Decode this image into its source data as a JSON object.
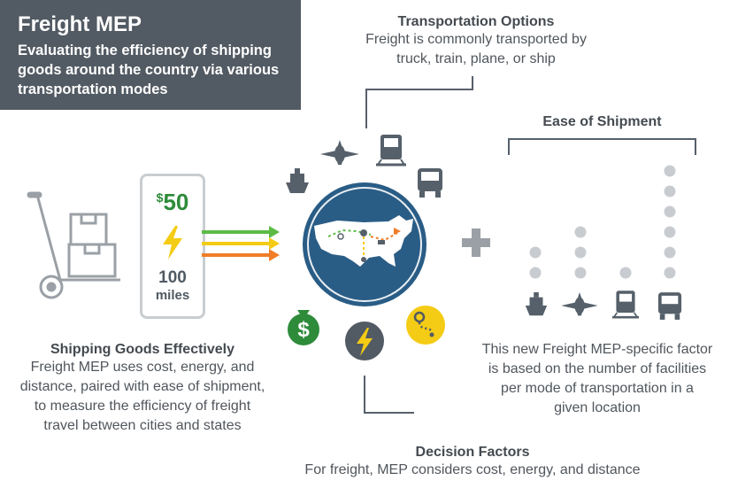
{
  "header": {
    "title": "Freight MEP",
    "subtitle": "Evaluating the efficiency of shipping goods around the country via various transportation modes"
  },
  "transport_options": {
    "heading": "Transportation Options",
    "body_line1": "Freight is commonly transported by",
    "body_line2": "truck, train, plane, or ship"
  },
  "ease": {
    "heading": "Ease of Shipment",
    "modes": [
      {
        "name": "ship",
        "dots": 2
      },
      {
        "name": "plane",
        "dots": 3
      },
      {
        "name": "train",
        "dots": 1
      },
      {
        "name": "truck",
        "dots": 6
      }
    ],
    "description_lines": [
      "This new Freight MEP-specific factor",
      "is based on the number of facilities",
      "per mode of transportation in a",
      "given location"
    ]
  },
  "price_card": {
    "currency": "$",
    "amount": "50",
    "miles_value": "100",
    "miles_unit": "miles"
  },
  "shipping": {
    "heading": "Shipping Goods Effectively",
    "body_lines": [
      "Freight MEP uses cost, energy, and",
      "distance, paired with ease of shipment,",
      "to measure the efficiency of freight",
      "travel between cities and states"
    ]
  },
  "decision": {
    "heading": "Decision Factors",
    "body": "For freight, MEP considers cost, energy, and distance"
  },
  "colors": {
    "header_bg": "#525a63",
    "map_blue": "#2a5d86",
    "money_green": "#2e8b3a",
    "energy_dark": "#525a63",
    "distance_yellow": "#f4cc15",
    "arrow_green": "#5dbb46",
    "arrow_yellow": "#f4cc15",
    "arrow_orange": "#f07d28",
    "dot_gray": "#c8ccd0",
    "icon_gray": "#56606a"
  }
}
